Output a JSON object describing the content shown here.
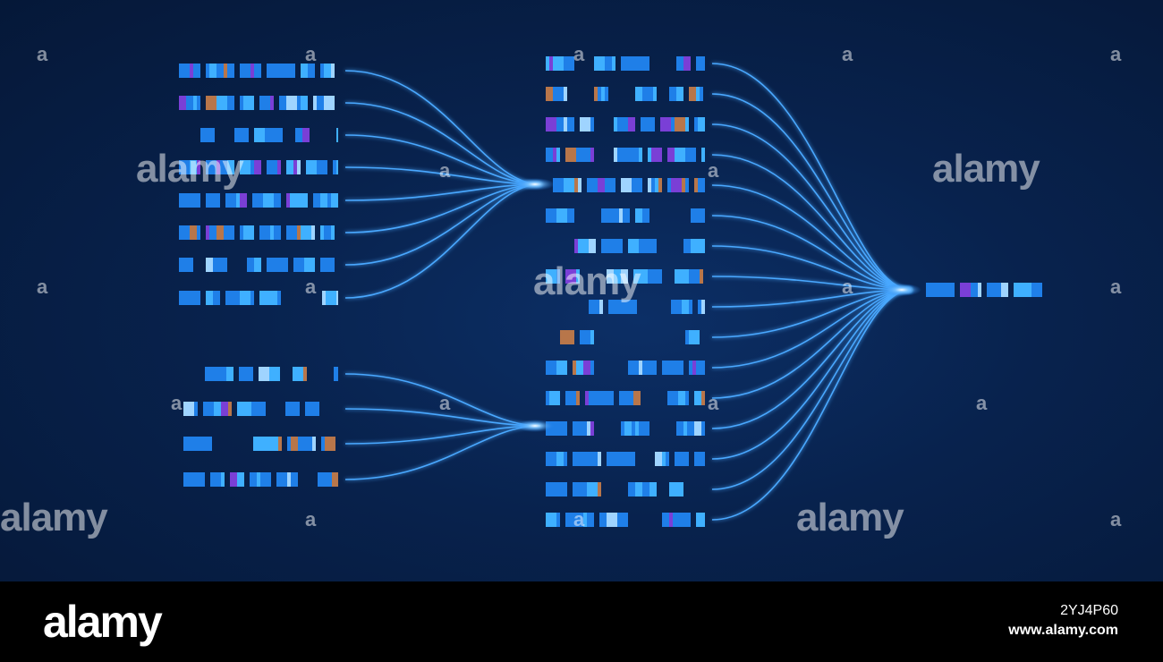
{
  "diagram": {
    "colors": {
      "background": "#08224d",
      "block_blue": "#1f7fe8",
      "block_bright": "#3fb0ff",
      "block_light": "#9fd4ff",
      "block_purple": "#7a3fd6",
      "block_orange": "#b8764a",
      "connector": "#4aa8ff"
    },
    "groups": [
      {
        "name": "input-group-top",
        "sequence_count": 8,
        "converges_to": "middle-sequence-stack"
      },
      {
        "name": "input-group-bottom",
        "sequence_count": 4,
        "converges_to": "middle-sequence-stack"
      },
      {
        "name": "middle-sequence-stack",
        "sequence_count": 16,
        "converges_to": "output-sequence"
      },
      {
        "name": "output-sequence",
        "sequence_count": 1
      }
    ]
  },
  "watermark": {
    "text": "alamy",
    "letter": "a"
  },
  "footer": {
    "logo": "alamy",
    "image_id": "2YJ4P60",
    "url": "www.alamy.com"
  }
}
